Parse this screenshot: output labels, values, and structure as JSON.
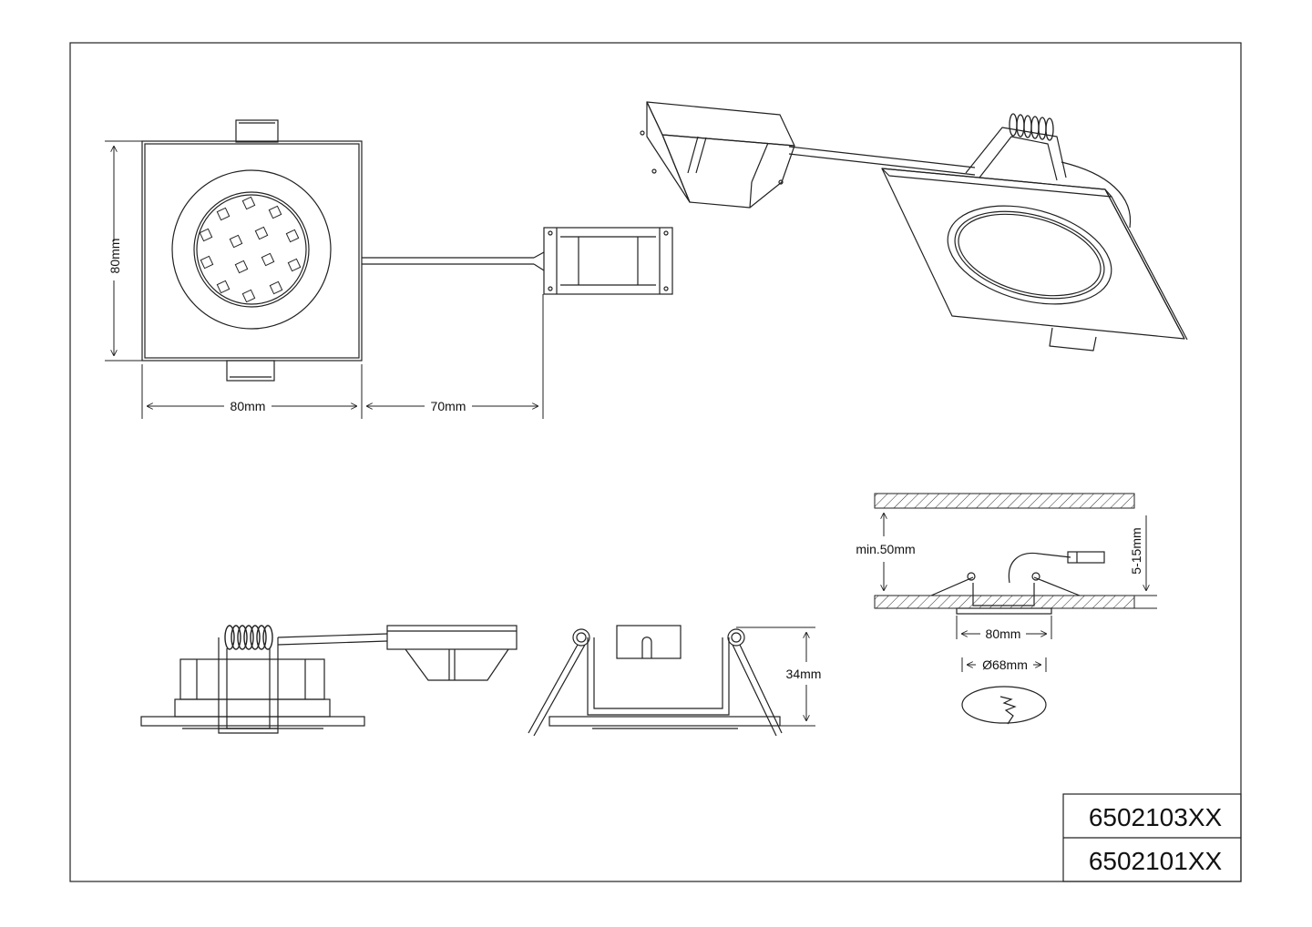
{
  "dimensions": {
    "top_height": "80mm",
    "top_width": "80mm",
    "cable_length": "70mm",
    "side_height": "34mm",
    "min_clearance": "min.50mm",
    "ceiling_thickness": "5-15mm",
    "install_width": "80mm",
    "cutout_diameter": "Ø68mm"
  },
  "title_block": {
    "codes": [
      "6502103XX",
      "6502101XX"
    ]
  }
}
